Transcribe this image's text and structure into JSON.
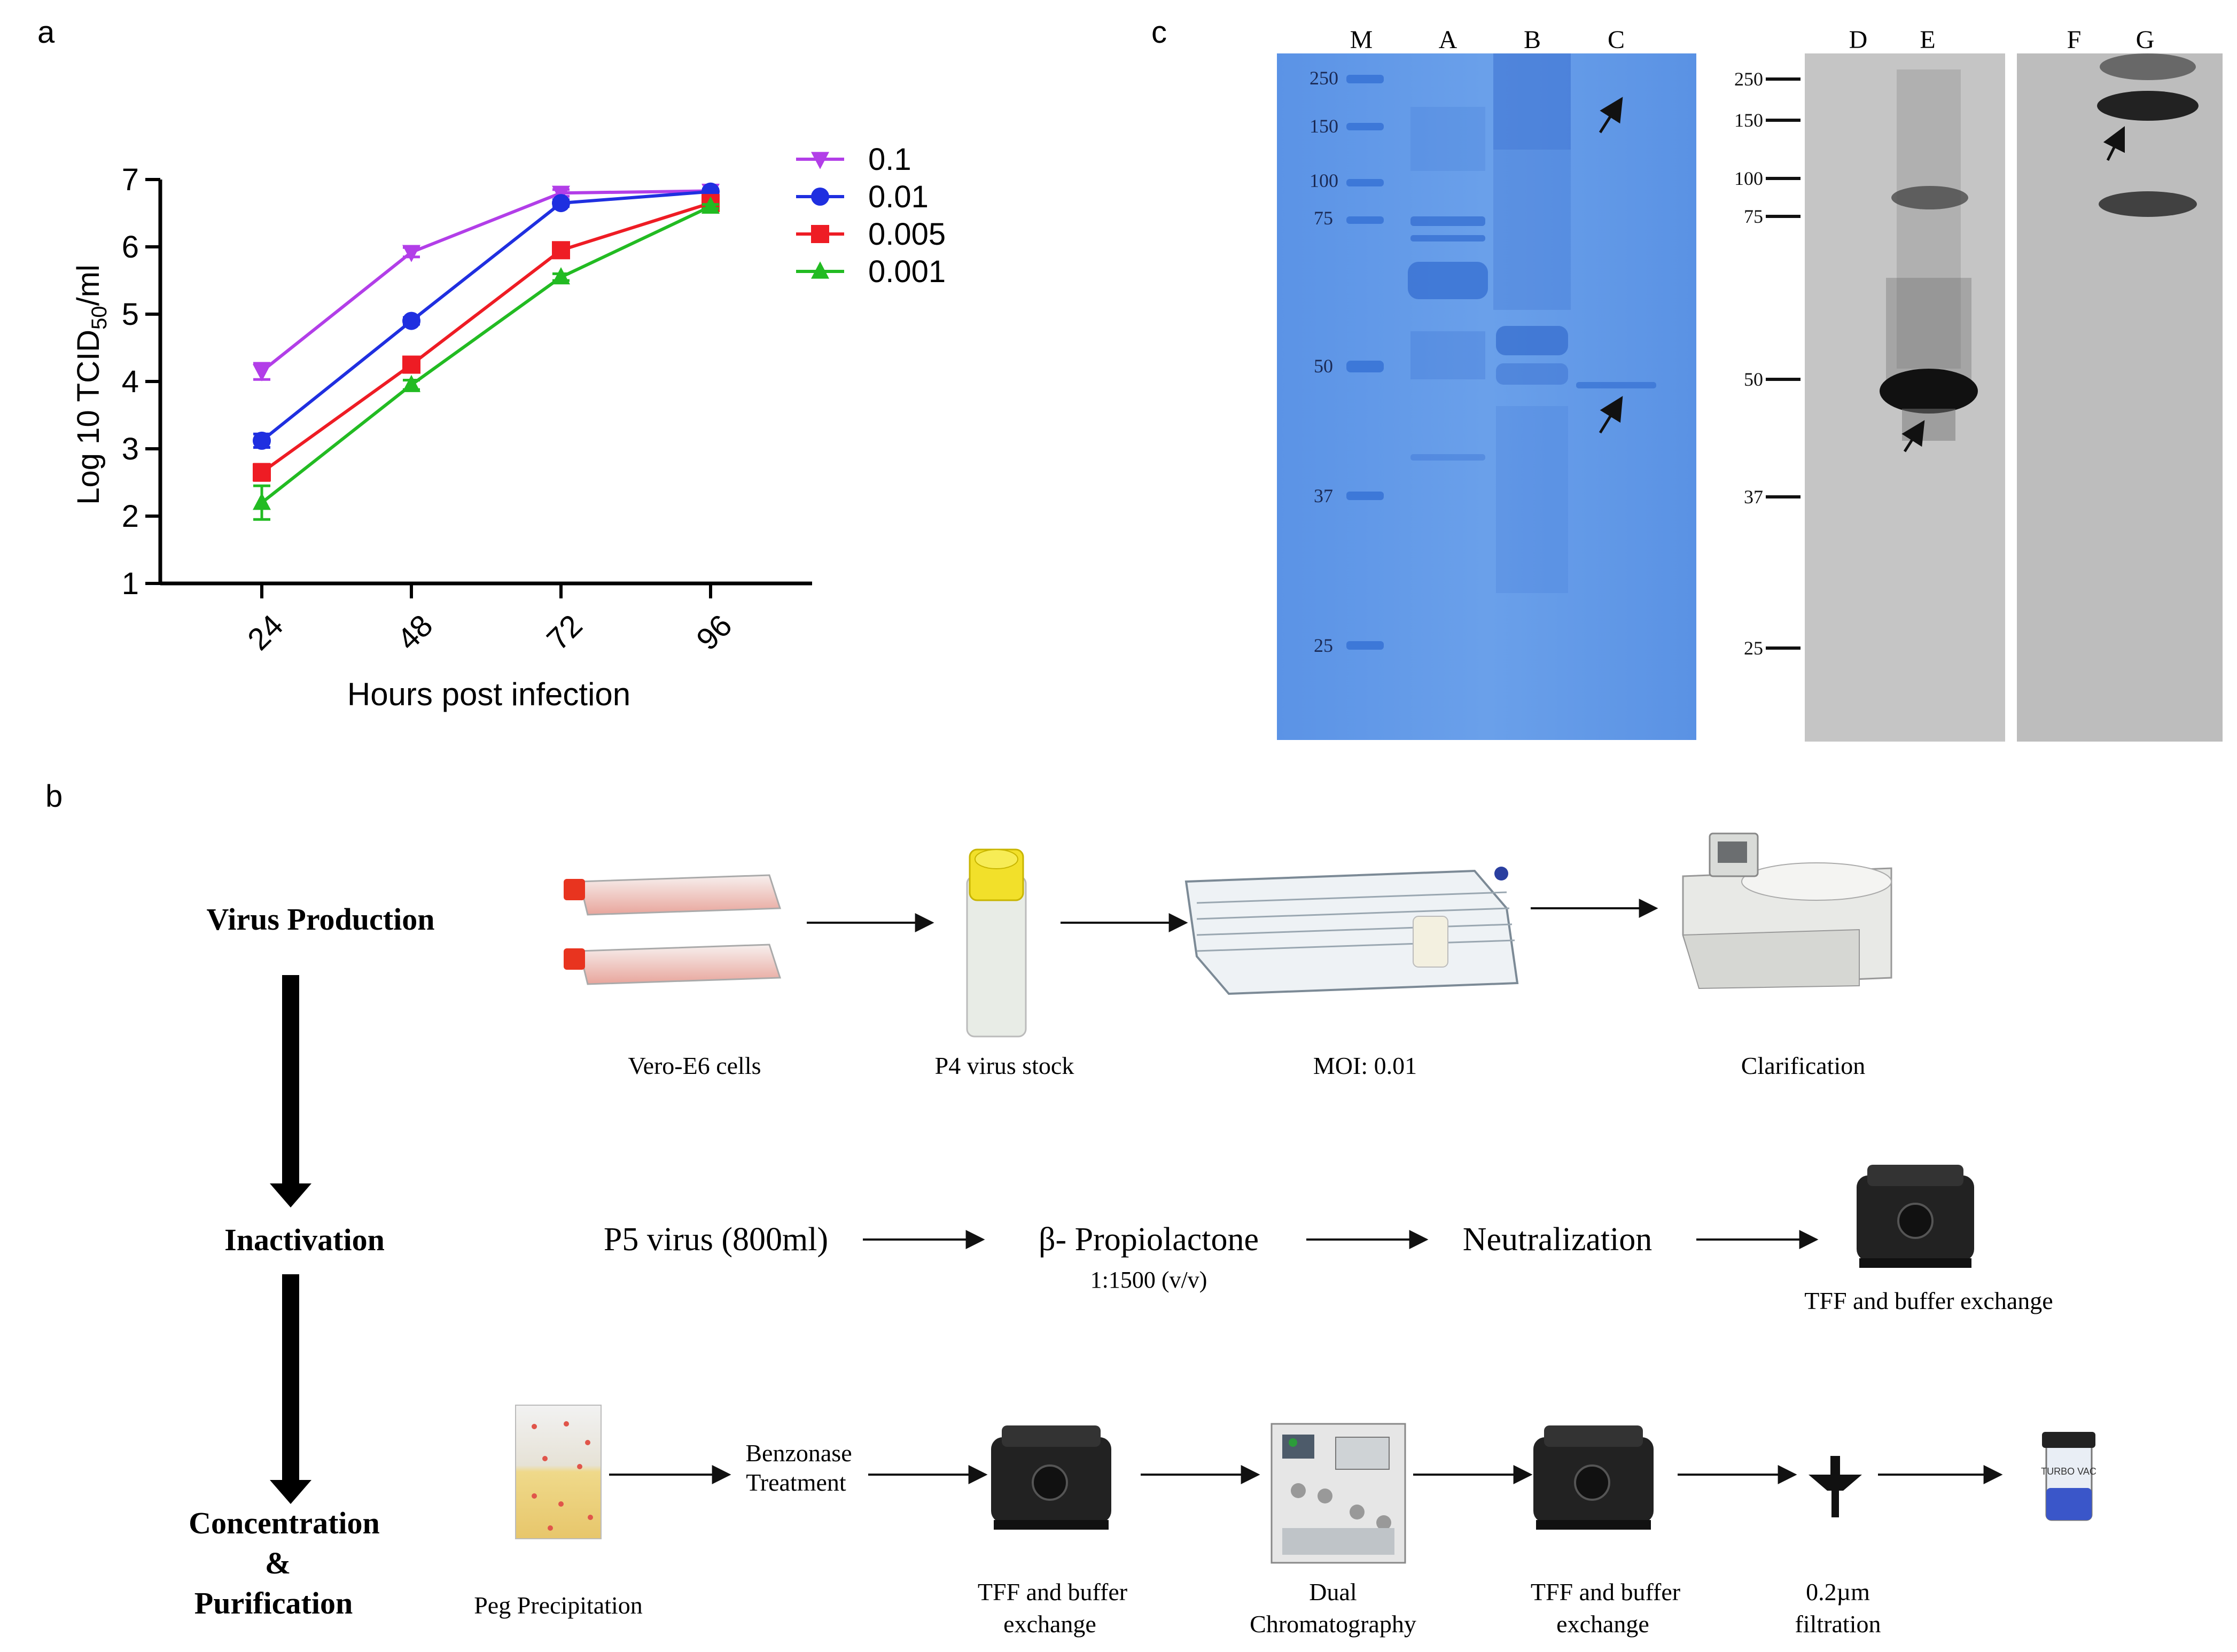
{
  "panels": {
    "a": "a",
    "b": "b",
    "c": "c"
  },
  "chart_data": {
    "type": "line",
    "ylabel_base": "Log 10 TCID",
    "ylabel_sub": "50",
    "ylabel_tail": "/ml",
    "xlabel": "Hours post infection",
    "categories": [
      "24",
      "48",
      "72",
      "96"
    ],
    "yticks": [
      "1",
      "2",
      "3",
      "4",
      "5",
      "6",
      "7"
    ],
    "ylim": [
      1,
      7
    ],
    "legend_position": "top-right",
    "series": [
      {
        "name": "0.1",
        "color": "#b23ee8",
        "marker": "triangle-down",
        "values": [
          4.15,
          5.92,
          6.8,
          6.83
        ],
        "errors": [
          0.12,
          0.07,
          0.05,
          0.03
        ]
      },
      {
        "name": "0.01",
        "color": "#1f2fe0",
        "marker": "circle",
        "values": [
          3.12,
          4.9,
          6.65,
          6.82
        ],
        "errors": [
          0.1,
          0.05,
          0.05,
          0.03
        ]
      },
      {
        "name": "0.005",
        "color": "#ee1c24",
        "marker": "square",
        "values": [
          2.65,
          4.25,
          5.95,
          6.65
        ],
        "errors": [
          0.12,
          0.07,
          0.05,
          0.03
        ]
      },
      {
        "name": "0.001",
        "color": "#22bb22",
        "marker": "triangle-up",
        "values": [
          2.2,
          3.95,
          5.55,
          6.6
        ],
        "errors": [
          0.25,
          0.07,
          0.05,
          0.03
        ]
      }
    ]
  },
  "gel": {
    "lanes_coomassie": [
      "M",
      "A",
      "B",
      "C"
    ],
    "lanes_western1": [
      "D",
      "E"
    ],
    "lanes_western2": [
      "F",
      "G"
    ],
    "marker_kda": [
      "250",
      "150",
      "100",
      "75",
      "50",
      "37",
      "25"
    ],
    "coomassie_color": "#4a86e0"
  },
  "flow": {
    "stages": {
      "production": "Virus Production",
      "inactivation": "Inactivation",
      "concentration": "Concentration",
      "ampersand": "&",
      "purification": "Purification"
    },
    "production_steps": {
      "cells": "Vero-E6 cells",
      "stock": "P4 virus stock",
      "moi": "MOI: 0.01",
      "clarification": "Clarification"
    },
    "inactivation_steps": {
      "p5": "P5 virus (800ml)",
      "bpl": "β- Propiolactone",
      "ratio": "1:1500 (v/v)",
      "neutralization": "Neutralization",
      "tff": "TFF and buffer exchange"
    },
    "purification_steps": {
      "peg": "Peg Precipitation",
      "benzonase_1": "Benzonase",
      "benzonase_2": "Treatment",
      "tff1_1": "TFF and buffer",
      "tff1_2": "exchange",
      "dual_1": "Dual",
      "dual_2": "Chromatography",
      "tff2_1": "TFF and buffer",
      "tff2_2": "exchange",
      "filter_1": "0.2µm",
      "filter_2": "filtration"
    },
    "vial_label": "TURBO VAC"
  }
}
